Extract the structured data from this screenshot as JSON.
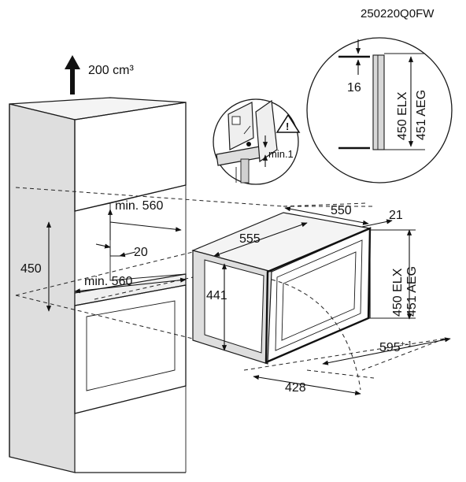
{
  "code": "250220Q0FW",
  "ventilation": "200 cm³",
  "dims": {
    "niche_depth": "min. 560",
    "niche_width": "min. 560",
    "niche_height": "450",
    "gap": "20",
    "appliance_depth": "550",
    "front_offset": "21",
    "body_depth": "555",
    "body_height": "441",
    "appliance_height_elx": "450 ELX",
    "appliance_height_aeg": "451 AEG",
    "front_width_value": "595",
    "front_width_tol": "+-1",
    "body_width": "428",
    "detail_top": "16",
    "detail_height_elx": "450 ELX",
    "detail_height_aeg": "451 AEG",
    "min_gap": "min.1"
  },
  "warning_symbol": "!",
  "colors": {
    "line": "#1a1a1a",
    "shade": "#dedede"
  }
}
